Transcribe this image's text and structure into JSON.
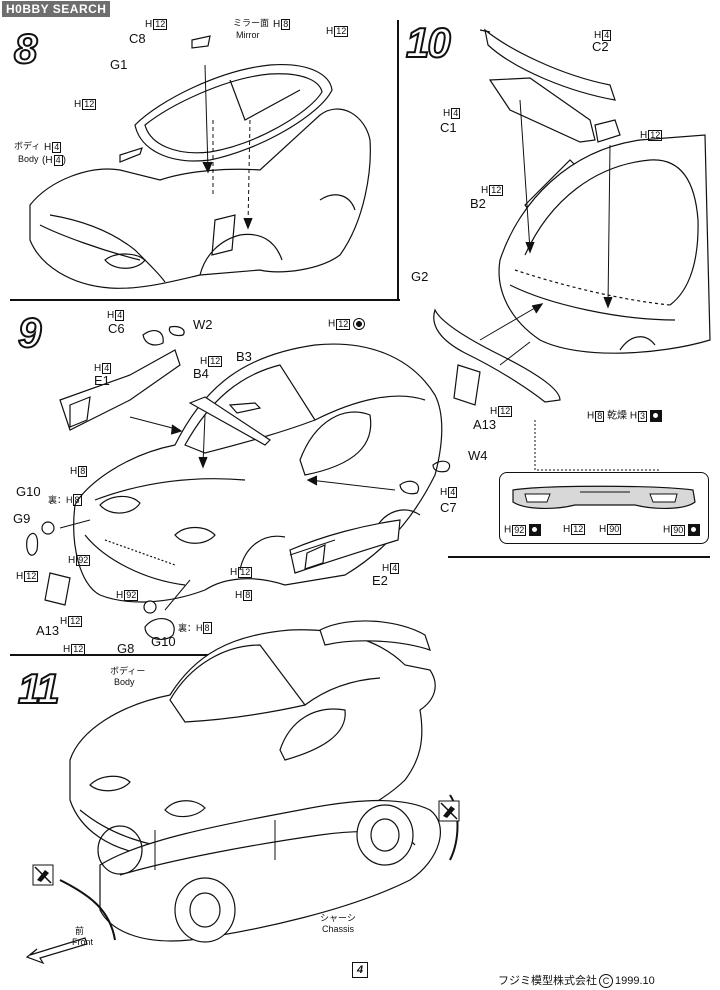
{
  "watermark": "H0BBY SEARCH",
  "steps": {
    "s8": "8",
    "s10": "10",
    "s9": "9",
    "s11": "11"
  },
  "step8": {
    "c8": "C8",
    "c8_paint": "H",
    "c8_paint_code": "12",
    "mirror_jp": "ミラー面",
    "mirror_en": "Mirror",
    "mirror_paint": "H",
    "mirror_paint_code": "8",
    "g1": "G1",
    "g1_paint": "H",
    "g1_paint_code": "12",
    "top_paint": "H",
    "top_paint_code": "12",
    "body_jp": "ボディ",
    "body_en": "Body",
    "body_paint": "H",
    "body_paint_code": "4",
    "body_paint2": "(H",
    "body_paint2_code": "4",
    "body_paint2_close": ")"
  },
  "step10": {
    "c2": "C2",
    "c2_paint": "H",
    "c2_paint_code": "4",
    "c1": "C1",
    "c1_paint": "H",
    "c1_paint_code": "4",
    "b2": "B2",
    "b2_paint": "H",
    "b2_paint_code": "12",
    "trunk_paint": "H",
    "trunk_paint_code": "12",
    "g2": "G2",
    "a13": "A13",
    "a13_paint": "H",
    "a13_paint_code": "12",
    "light_paint": "H",
    "light_paint_code": "8",
    "dry_jp": "乾燥",
    "light_paint2": "H",
    "light_paint2_code": "3",
    "inset_1": "H",
    "inset_1_code": "92",
    "inset_2": "H",
    "inset_2_code": "12",
    "inset_3": "H",
    "inset_3_code": "90",
    "inset_4": "H",
    "inset_4_code": "90"
  },
  "step9": {
    "c6": "C6",
    "c6_paint": "H",
    "c6_paint_code": "4",
    "w2": "W2",
    "e1": "E1",
    "e1_paint": "H",
    "e1_paint_code": "4",
    "b4": "B4",
    "b4_paint": "H",
    "b4_paint_code": "12",
    "b3": "B3",
    "roof_paint": "H",
    "roof_paint_code": "12",
    "g10a": "G10",
    "back_jp": "裏：",
    "back_paint": "H",
    "back_paint_code": "8",
    "g9": "G9",
    "g9_paint": "H",
    "g9_paint_code": "12",
    "fl_paint": "H",
    "fl_paint_code": "8",
    "fl_paint2": "H",
    "fl_paint2_code": "92",
    "a13": "A13",
    "a13_paint": "H",
    "a13_paint_code": "12",
    "lamp_paint": "H",
    "lamp_paint_code": "92",
    "lamp_back_jp": "裏：",
    "lamp_back_paint": "H",
    "lamp_back_paint_code": "8",
    "g8": "G8",
    "g8_paint": "H",
    "g8_paint_code": "12",
    "g10b": "G10",
    "side_paint": "H",
    "side_paint_code": "12",
    "side_paint2": "H",
    "side_paint2_code": "8",
    "w4": "W4",
    "c7": "C7",
    "c7_paint": "H",
    "c7_paint_code": "4",
    "e2": "E2",
    "e2_paint": "H",
    "e2_paint_code": "4"
  },
  "step11": {
    "body_jp": "ボディー",
    "body_en": "Body",
    "chassis_jp": "シャーシ",
    "chassis_en": "Chassis",
    "front_jp": "前",
    "front_en": "Front"
  },
  "footer": {
    "page_number": "4",
    "maker": "フジミ模型株式会社",
    "copyright_mark": "C",
    "year": "1999.10"
  }
}
